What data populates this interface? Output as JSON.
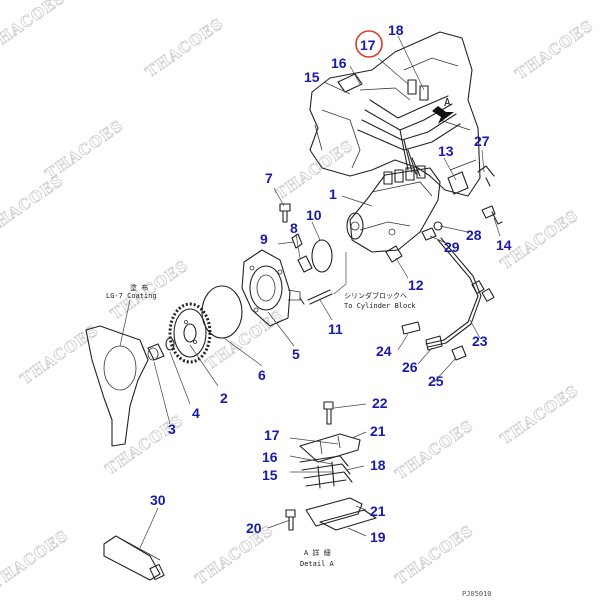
{
  "watermark": "THACOES",
  "highlight_color": "#e03a2a",
  "callout_color": "#1a1aa8",
  "callouts": {
    "c1": "1",
    "c2": "2",
    "c3": "3",
    "c4": "4",
    "c5": "5",
    "c6": "6",
    "c7": "7",
    "c8": "8",
    "c9": "9",
    "c10": "10",
    "c11": "11",
    "c12": "12",
    "c13": "13",
    "c14": "14",
    "c15": "15",
    "c16": "16",
    "c17": "17",
    "c18": "18",
    "c20": "20",
    "c21": "21",
    "c22": "22",
    "c23": "23",
    "c24": "24",
    "c25": "25",
    "c26": "26",
    "c27": "27",
    "c28": "28",
    "c29": "29",
    "c30": "30",
    "d15": "15",
    "d16": "16",
    "d17": "17",
    "d18": "18",
    "d19": "19",
    "d21a": "21",
    "d21b": "21"
  },
  "labels": {
    "coat_jp": "塗 布",
    "coat_en": "LG-7 Coating",
    "cyl_jp": "シリンダブロックへ",
    "cyl_en": "To Cylinder Block",
    "view_a": "A",
    "detail_jp": "A 詳 細",
    "detail_en": "Detail A",
    "drawing_no": "PJ05010"
  }
}
